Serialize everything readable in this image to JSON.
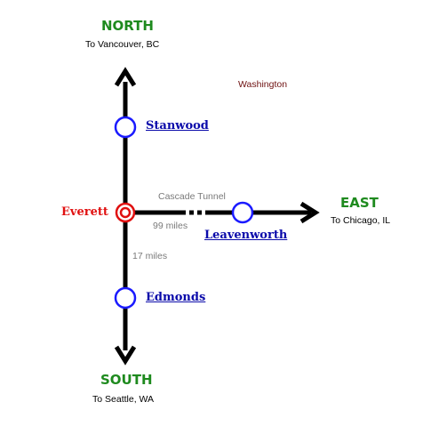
{
  "colors": {
    "line": "#000000",
    "station_ring": "#1a1aff",
    "hub_ring": "#e01010",
    "station_text": "#0a0aaa",
    "hub_text": "#e01010",
    "direction_text": "#1e8a1e",
    "distance_text": "#7a7a7a",
    "region_text": "#6e1010"
  },
  "directions": {
    "north": {
      "label": "NORTH",
      "sub": "To Vancouver, BC"
    },
    "south": {
      "label": "SOUTH",
      "sub": "To Seattle, WA"
    },
    "east": {
      "label": "EAST",
      "sub": "To Chicago, IL"
    }
  },
  "region": "Washington",
  "hub": {
    "name": "Everett"
  },
  "stations": {
    "north": "Stanwood",
    "south": "Edmonds",
    "east": "Leavenworth"
  },
  "segments": {
    "tunnel": "Cascade Tunnel",
    "east_distance": "99 miles",
    "south_distance": "17 miles"
  }
}
